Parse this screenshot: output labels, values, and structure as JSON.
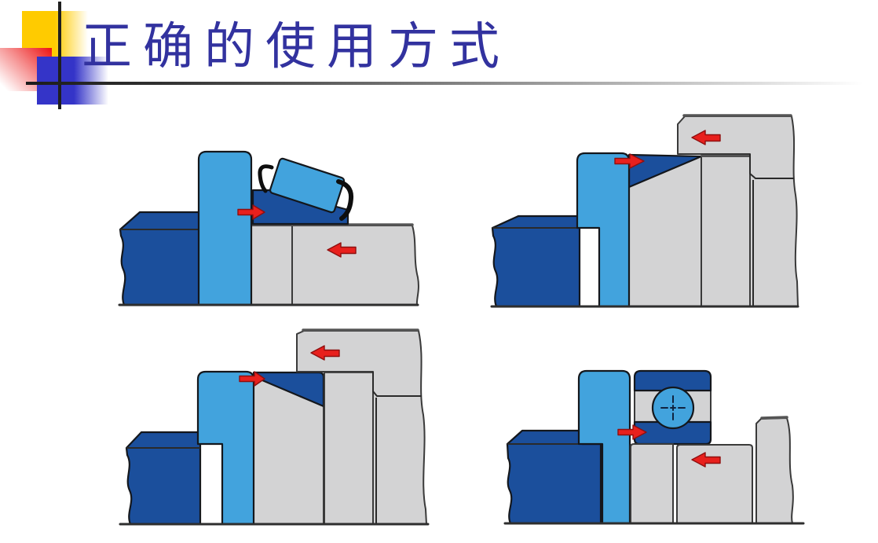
{
  "slide": {
    "title": "正确的使用方式"
  },
  "colors": {
    "title": "#32329F",
    "navy": "#1B4F9C",
    "light_blue": "#42A3DD",
    "gray": "#D3D3D4",
    "red_arrow": "#E8201D",
    "deco_yellow": "#FFCB00",
    "deco_blue": "#3434C8",
    "deco_red": "#EE1111"
  },
  "diagrams": [
    {
      "id": "top-left",
      "name": "press-fit-with-sleeve-tilted-roller-bearing",
      "arrows": [
        "right",
        "left"
      ]
    },
    {
      "id": "top-right",
      "name": "press-fit-tapered-cone-with-mounting-sleeve",
      "arrows": [
        "right",
        "left"
      ]
    },
    {
      "id": "bottom-left",
      "name": "press-fit-tapered-cup-with-mounting-sleeve",
      "arrows": [
        "right",
        "left"
      ]
    },
    {
      "id": "bottom-right",
      "name": "press-fit-ball-bearing-both-rings",
      "arrows": [
        "right",
        "left"
      ]
    }
  ]
}
